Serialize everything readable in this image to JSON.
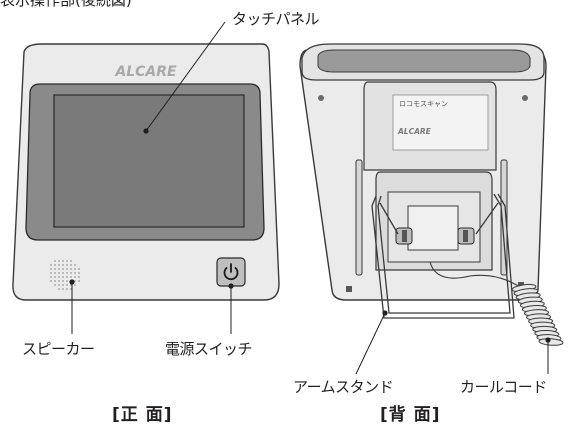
{
  "header_cutoff": "表示操作部(後続図)",
  "callouts": {
    "touch_panel": "タッチパネル",
    "speaker": "スピーカー",
    "power_switch": "電源スイッチ",
    "arm_stand": "アームスタンド",
    "curl_cord": "カールコード"
  },
  "captions": {
    "front": "[正 面]",
    "back": "[背 面]"
  },
  "front_device": {
    "logo": "ALCARE"
  },
  "back_device": {
    "label_title": "ロコモスキャン",
    "label_logo": "ALCARE"
  }
}
